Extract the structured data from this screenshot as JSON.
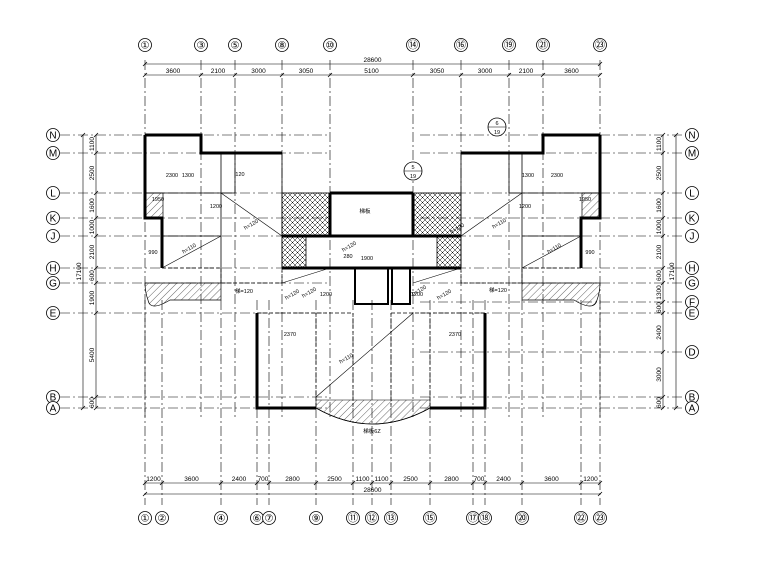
{
  "top_axes": [
    "①",
    "③",
    "⑤",
    "⑧",
    "⑩",
    "⑭",
    "⑯",
    "⑲",
    "㉑",
    "㉓"
  ],
  "bottom_axes": [
    "①",
    "②",
    "④",
    "⑥",
    "⑦",
    "⑨",
    "⑪",
    "⑫",
    "⑬",
    "⑮",
    "⑰",
    "⑱",
    "⑳",
    "㉒",
    "㉓"
  ],
  "left_axes": [
    "N",
    "M",
    "L",
    "K",
    "J",
    "H",
    "G",
    "E",
    "B",
    "A"
  ],
  "right_axes": [
    "N",
    "M",
    "L",
    "K",
    "J",
    "H",
    "G",
    "F",
    "E",
    "D",
    "B",
    "A"
  ],
  "top_dims": [
    "3600",
    "2100",
    "3000",
    "3050",
    "5100",
    "3050",
    "3000",
    "2100",
    "3600"
  ],
  "top_total": "28600",
  "bottom_dims": [
    "1200",
    "3600",
    "2400",
    "700",
    "2800",
    "2500",
    "1100",
    "1100",
    "2500",
    "2800",
    "700",
    "2400",
    "3600",
    "1200"
  ],
  "bottom_total": "28600",
  "left_dims": [
    "1100",
    "2500",
    "1600",
    "1000",
    "2100",
    "600",
    "1900",
    "5400",
    "600"
  ],
  "left_total": "17100",
  "right_dims": [
    "1100",
    "2500",
    "1600",
    "1000",
    "2100",
    "600",
    "1300",
    "600",
    "2400",
    "3000",
    "600"
  ],
  "right_total": "17100",
  "detail_marks": [
    {
      "num": "6",
      "ref": "19"
    },
    {
      "num": "5",
      "ref": "19"
    }
  ],
  "room_labels": [
    "2300",
    "1300",
    "120",
    "1300",
    "2300",
    "1950",
    "1950",
    "1200",
    "1200",
    "990",
    "990",
    "2370",
    "2370",
    "280",
    "1900",
    "1200",
    "1200"
  ],
  "slab_labels": [
    "h=110",
    "h=120",
    "h=120",
    "h=120",
    "h=110",
    "h=110",
    "h=120",
    "h=120",
    "h=120",
    "h=120",
    "h=110"
  ],
  "beam_labels": [
    "梯=120",
    "梯=120",
    "梯板"
  ],
  "misc_text": "梯板6Z"
}
